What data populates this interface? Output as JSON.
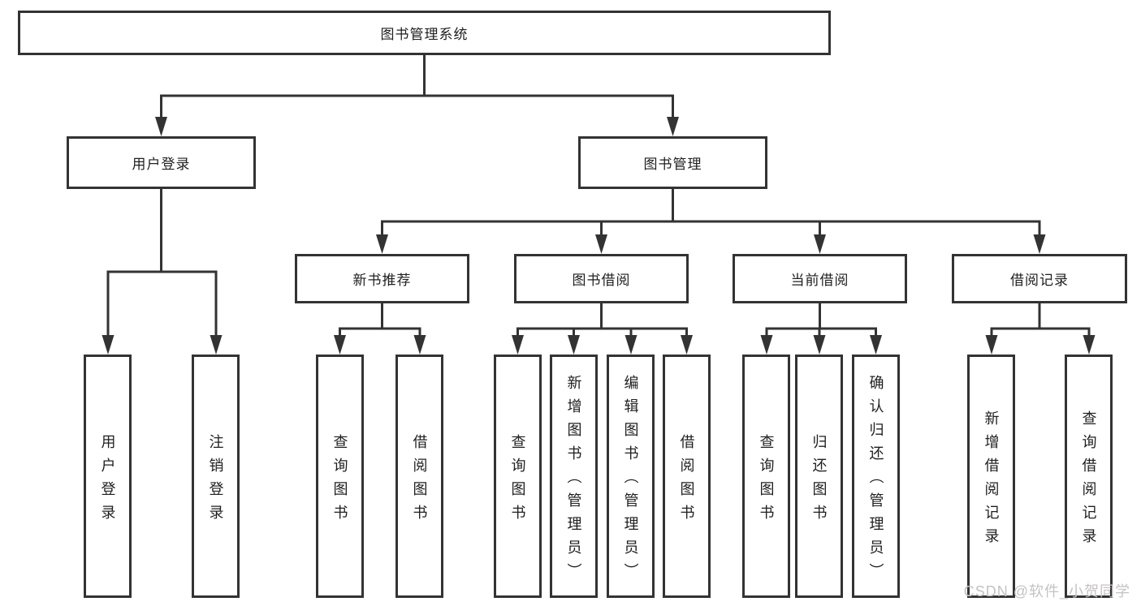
{
  "colors": {
    "line": "#333333",
    "text": "#1f1f1f",
    "background": "#ffffff",
    "watermark": "#c5c2c2"
  },
  "tree": {
    "root": {
      "label": "图书管理系统"
    },
    "branches": [
      {
        "label": "用户登录",
        "children": [
          {
            "label": "用户登录"
          },
          {
            "label": "注销登录"
          }
        ]
      },
      {
        "label": "图书管理",
        "children": [
          {
            "label": "新书推荐",
            "children": [
              {
                "label": "查询图书"
              },
              {
                "label": "借阅图书"
              }
            ]
          },
          {
            "label": "图书借阅",
            "children": [
              {
                "label": "查询图书"
              },
              {
                "label": "新增图书（管理员）"
              },
              {
                "label": "编辑图书（管理员）"
              },
              {
                "label": "借阅图书"
              }
            ]
          },
          {
            "label": "当前借阅",
            "children": [
              {
                "label": "查询图书"
              },
              {
                "label": "归还图书"
              },
              {
                "label": "确认归还（管理员）"
              }
            ]
          },
          {
            "label": "借阅记录",
            "children": [
              {
                "label": "新增借阅记录"
              },
              {
                "label": "查询借阅记录"
              }
            ]
          }
        ]
      }
    ]
  },
  "watermark": {
    "text": "CSDN @软件_小贺同学"
  }
}
